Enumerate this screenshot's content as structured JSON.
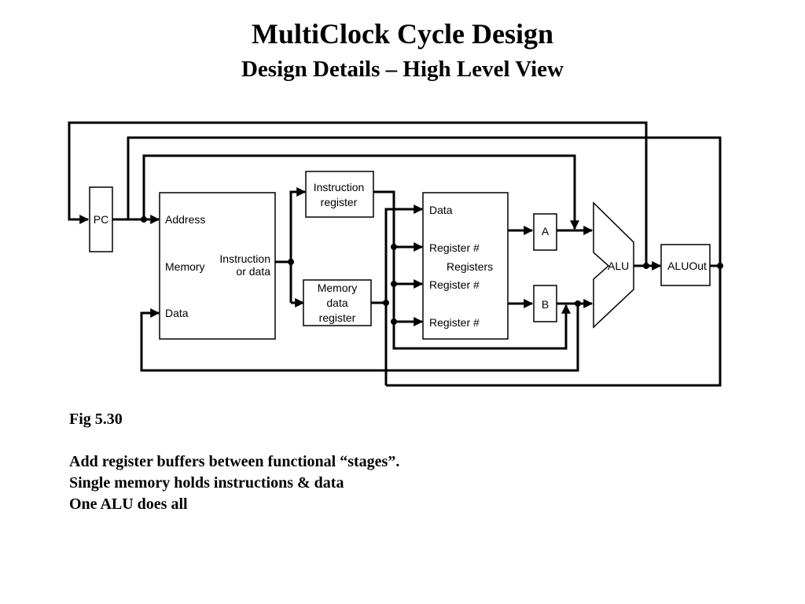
{
  "title": "MultiClock Cycle Design",
  "subtitle": "Design Details – High Level View",
  "diagram": {
    "pc": "PC",
    "memory": {
      "address": "Address",
      "memory": "Memory",
      "data": "Data",
      "out_line1": "Instruction",
      "out_line2": "or data"
    },
    "instruction_register": {
      "line1": "Instruction",
      "line2": "register"
    },
    "memory_data_register": {
      "line1": "Memory",
      "line2": "data",
      "line3": "register"
    },
    "registers": {
      "data": "Data",
      "reg1": "Register #",
      "name": "Registers",
      "reg2": "Register #",
      "reg3": "Register #"
    },
    "a": "A",
    "b": "B",
    "alu": "ALU",
    "aluout": "ALUOut"
  },
  "notes": {
    "fig": "Fig 5.30",
    "lines": [
      "Add register buffers between functional “stages”.",
      "Single memory holds instructions & data",
      "One ALU does all"
    ]
  }
}
